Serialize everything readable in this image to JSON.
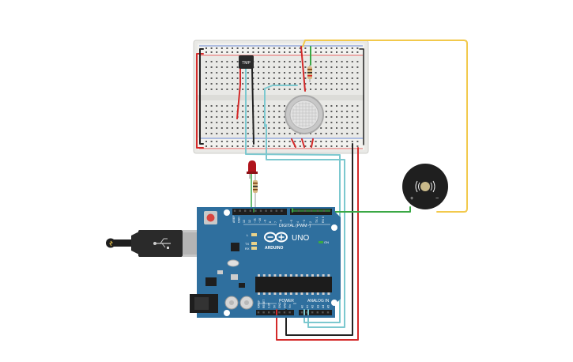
{
  "canvas": {
    "background": "#ffffff"
  },
  "components": {
    "temp_sensor": {
      "label": "TMP",
      "icon": "temperature-sensor-icon"
    },
    "gas_sensor": {
      "icon": "gas-sensor-icon"
    },
    "buzzer": {
      "plus_label": "+",
      "minus_label": "−",
      "icon": "piezo-buzzer-icon"
    },
    "led": {
      "color": "#c0141c",
      "icon": "led-icon"
    },
    "resistor": {
      "icon": "resistor-icon"
    },
    "breadboard": {
      "icon": "breadboard-icon"
    },
    "usb": {
      "icon": "usb-connector-icon"
    },
    "power_jack": {
      "icon": "power-jack-icon"
    }
  },
  "arduino": {
    "brand": "ARDUINO",
    "model": "UNO",
    "digital_label": "DIGITAL (PWM~)",
    "power_label": "POWER",
    "analog_label": "ANALOG IN",
    "on_label": "ON",
    "l_label": "L",
    "tx_label": "TX",
    "rx_label": "RX",
    "digital_pins": [
      "AREF",
      "GND",
      "13",
      "12",
      "~11",
      "~10",
      "~9",
      "8",
      "7",
      "~6",
      "~5",
      "4",
      "~3",
      "2",
      "TX 1",
      "RX 0"
    ],
    "power_pins": [
      "IOREF",
      "RESET",
      "3.3V",
      "5V",
      "GND",
      "GND",
      "Vin"
    ],
    "analog_pins": [
      "A0",
      "A1",
      "A2",
      "A3",
      "A4",
      "A5"
    ],
    "board_color": "#2f6f9e"
  },
  "wire_colors": {
    "red": "#d42a2a",
    "black": "#222222",
    "yellow": "#f2c94c",
    "green": "#3aa845",
    "teal": "#7cc8cf"
  }
}
